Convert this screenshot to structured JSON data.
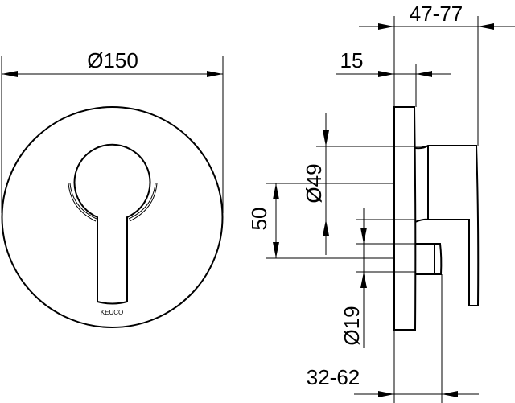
{
  "front_view": {
    "diameter_label": "Ø150",
    "logo_text": "KEUCO"
  },
  "side_view": {
    "depth_label": "47-77",
    "plate_label": "15",
    "handle_diameter_label": "Ø49",
    "offset_label": "50",
    "knob_diameter_label": "Ø19",
    "install_depth_label": "32-62"
  }
}
